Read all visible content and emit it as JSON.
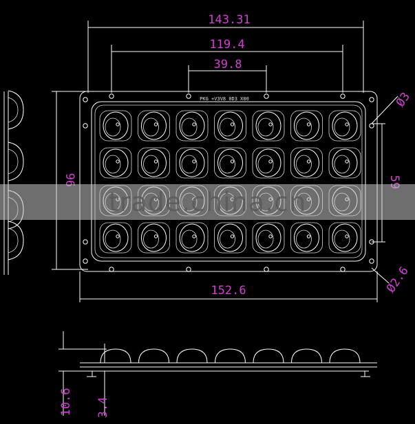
{
  "drawing": {
    "dimensions": {
      "top_outer_hole_span": "143.31",
      "top_middle_hole_span": "119.4",
      "top_inner_hole_span": "39.8",
      "left_height": "96",
      "right_hole_vertical_span": "59",
      "right_hole_diameter": "Ø3",
      "corner_hole_diameter": "Ø2.6",
      "bottom_overall_width": "152.6",
      "side_total_height": "10.6",
      "side_base_height": "3.4"
    },
    "engraving": "PKG +V3V8 0D3_X00",
    "grid": {
      "rows": 4,
      "cols": 7
    }
  },
  "watermark": {
    "text": "trade.china.cn"
  }
}
